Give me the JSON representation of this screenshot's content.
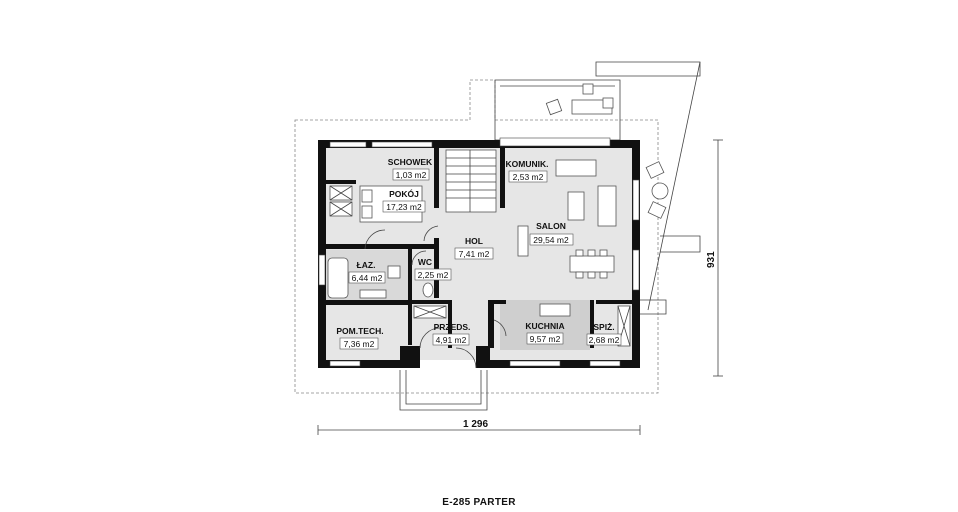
{
  "plan": {
    "title": "E-285 PARTER",
    "width_dimension": "1 296",
    "depth_dimension": "931",
    "rooms": {
      "schowek": {
        "name": "SCHOWEK",
        "area": "1,03 m2"
      },
      "pokoj": {
        "name": "POKÓJ",
        "area": "17,23 m2"
      },
      "komunik": {
        "name": "KOMUNIK.",
        "area": "2,53 m2"
      },
      "salon": {
        "name": "SALON",
        "area": "29,54 m2"
      },
      "hol": {
        "name": "HOL",
        "area": "7,41 m2"
      },
      "lazienka": {
        "name": "ŁAZ.",
        "area": "6,44 m2"
      },
      "wc": {
        "name": "WC",
        "area": "2,25 m2"
      },
      "pom_tech": {
        "name": "POM.TECH.",
        "area": "7,36 m2"
      },
      "przedsionek": {
        "name": "PRZEDS.",
        "area": "4,91 m2"
      },
      "kuchnia": {
        "name": "KUCHNIA",
        "area": "9,57 m2"
      },
      "spizarnia": {
        "name": "SPIŻ.",
        "area": "2,68 m2"
      }
    }
  },
  "colors": {
    "wall": "#111111",
    "floor": "#e6e6e6",
    "dark_floor": "#cfcfcf",
    "background": "#ffffff"
  }
}
